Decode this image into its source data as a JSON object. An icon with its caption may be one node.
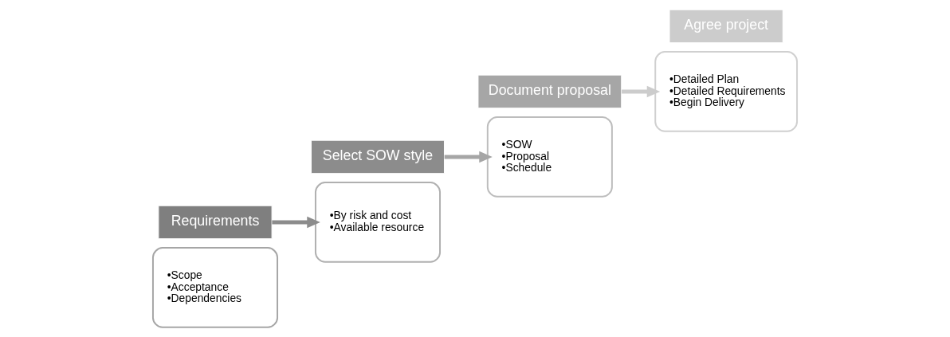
{
  "diagram": {
    "nodes": [
      {
        "text": [
          "•Scope",
          "•Acceptance",
          "•Dependencies"
        ]
      },
      {
        "text": [
          "Requirements"
        ]
      },
      {
        "text": [
          "Select SOW style"
        ]
      },
      {
        "text": [
          "•By risk and cost",
          "•Available resource"
        ]
      },
      {
        "text": [
          "•SOW",
          "•Proposal",
          "•Schedule"
        ]
      },
      {
        "text": [
          "Document proposal"
        ]
      },
      {
        "text": [
          "Agree project"
        ]
      },
      {
        "text": [
          "•Detailed Plan",
          "•Detailed Requirements",
          "•Begin Delivery"
        ]
      }
    ],
    "edges": [
      {
        "from": 1,
        "to": 3,
        "arrow": "to",
        "color": "#8c8c8c"
      },
      {
        "from": 2,
        "to": 4,
        "arrow": "to",
        "color": "#a6a6a6"
      },
      {
        "from": 5,
        "to": 7,
        "arrow": "to",
        "color": "#cccccc"
      }
    ]
  }
}
